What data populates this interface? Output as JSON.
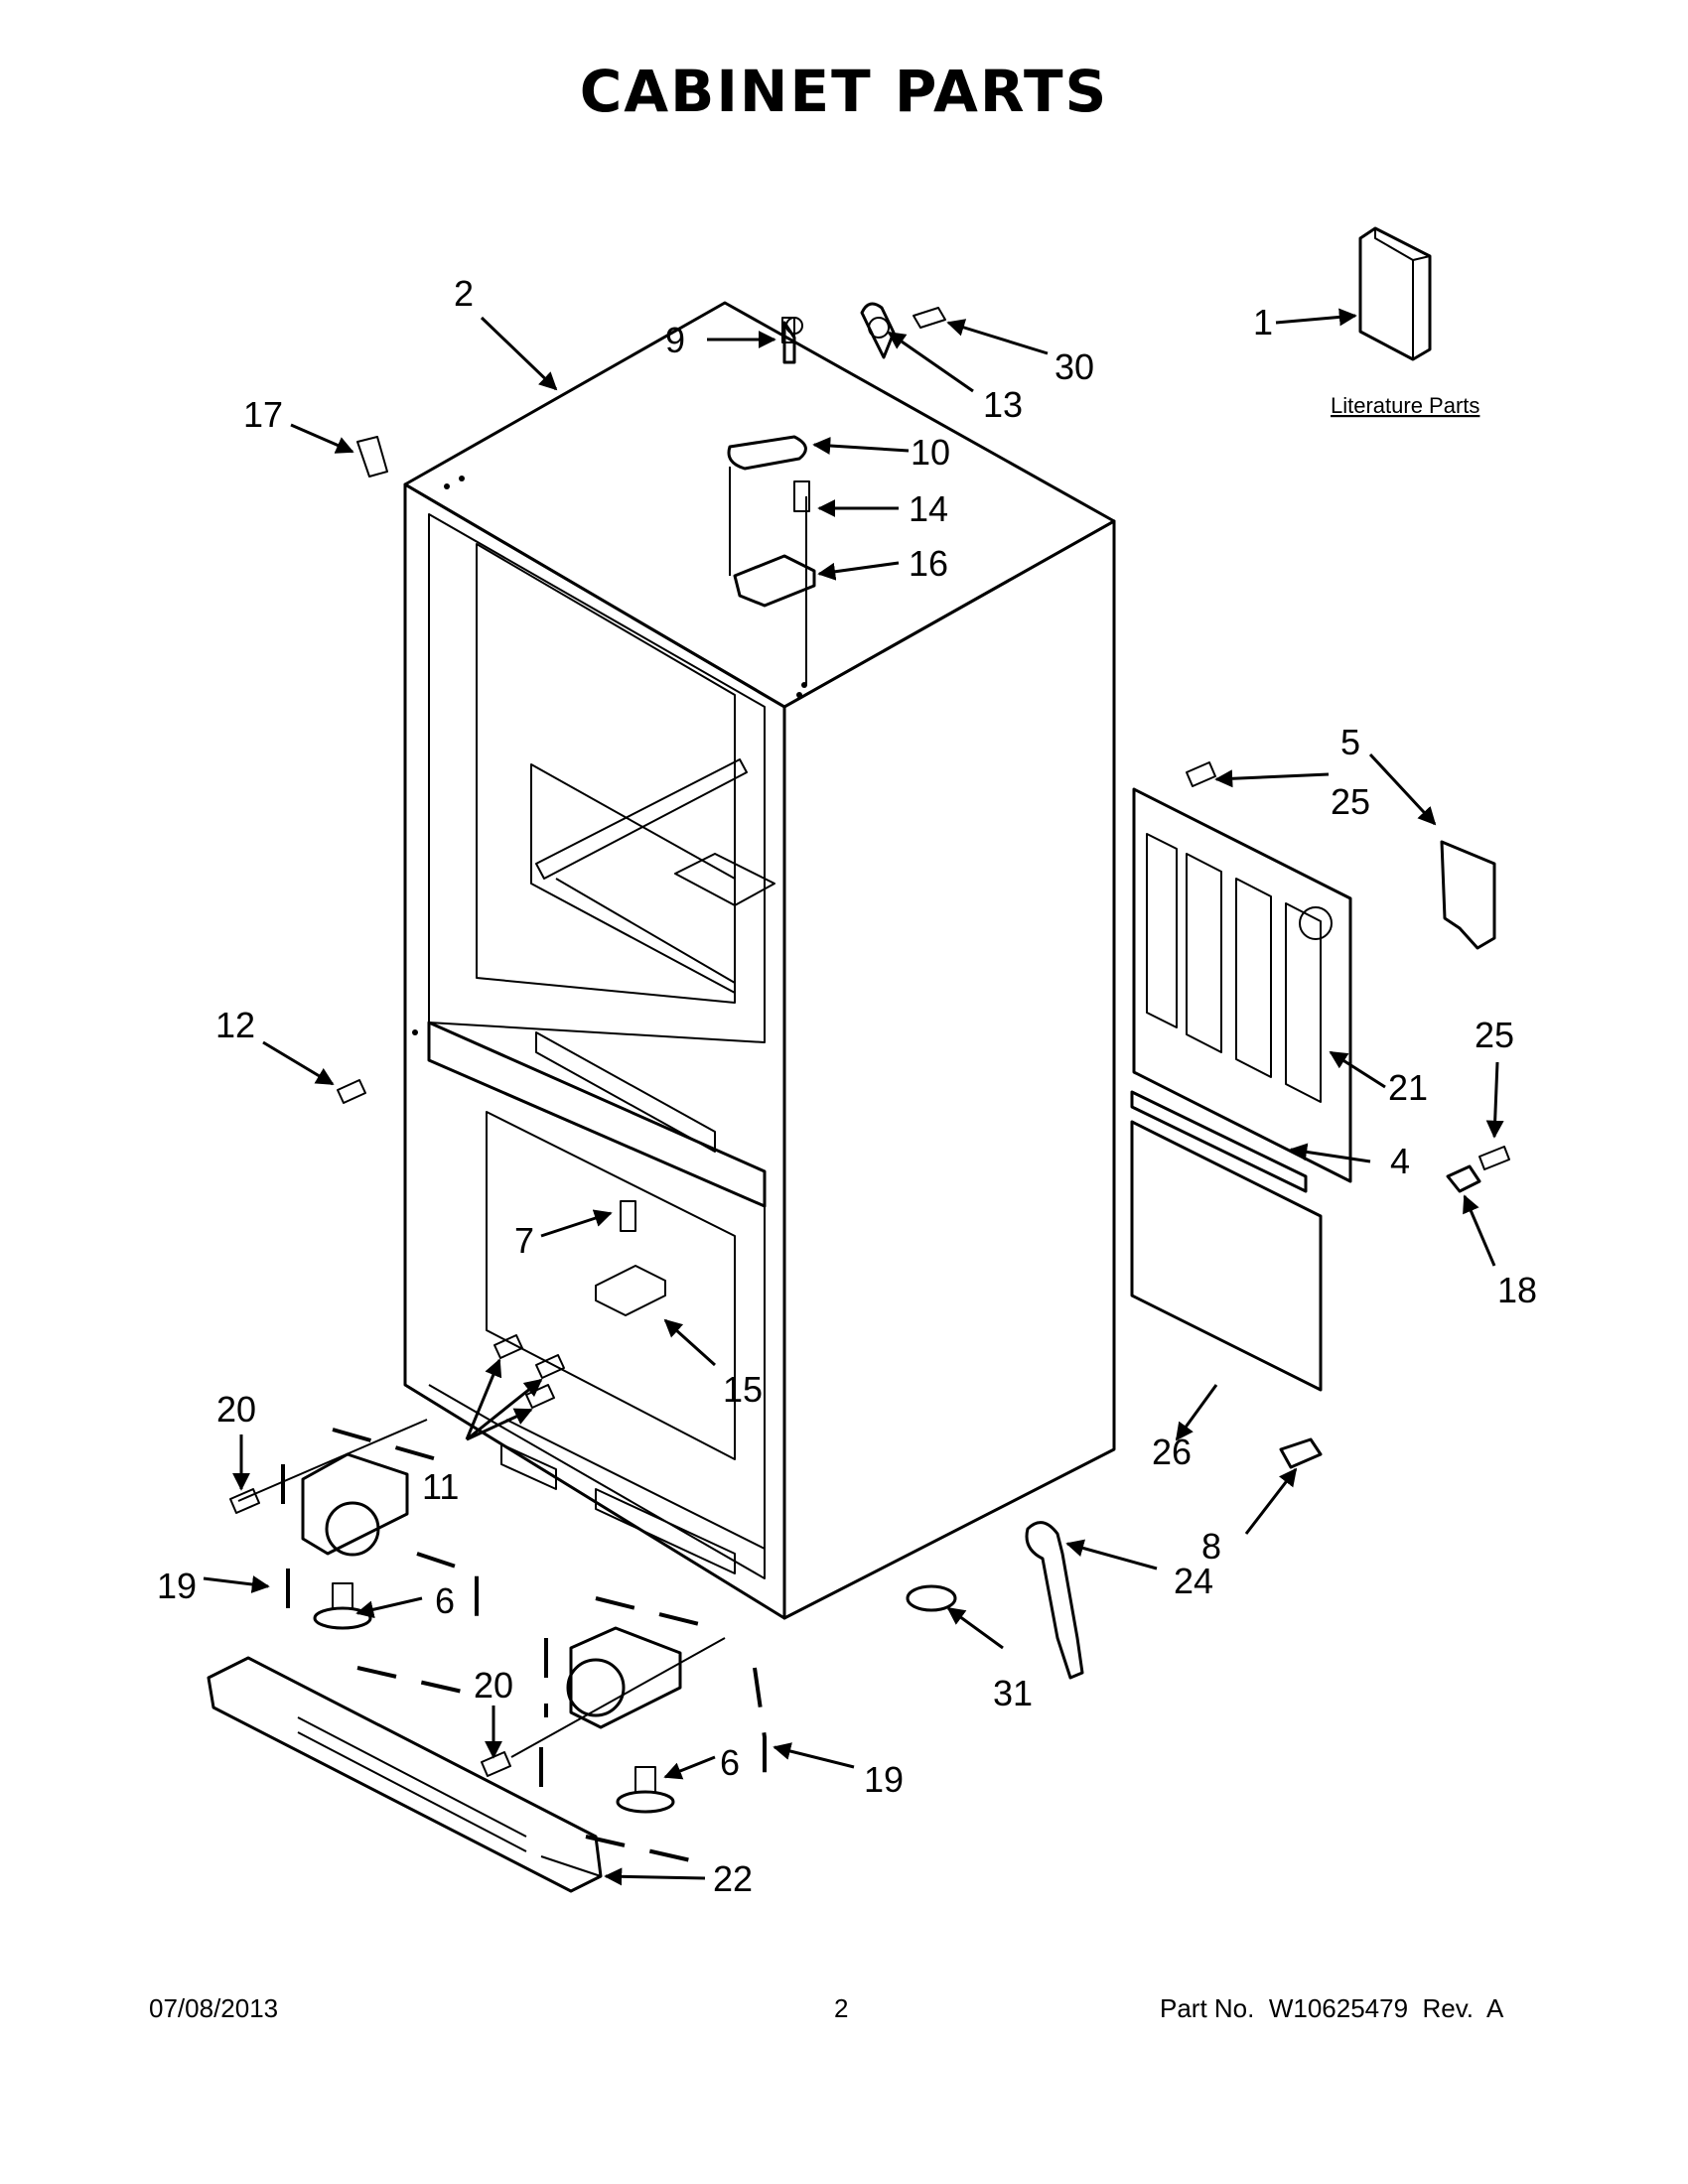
{
  "title": "CABINET PARTS",
  "literature_caption": "Literature Parts",
  "labels": [
    "1",
    "2",
    "4",
    "5",
    "6",
    "6",
    "7",
    "8",
    "9",
    "10",
    "11",
    "12",
    "13",
    "14",
    "15",
    "16",
    "17",
    "18",
    "19",
    "19",
    "20",
    "20",
    "21",
    "22",
    "24",
    "25",
    "25",
    "26",
    "30",
    "31"
  ],
  "footer": {
    "date": "07/08/2013",
    "page": "2",
    "part_no": "Part No.  W10625479  Rev.  A"
  }
}
